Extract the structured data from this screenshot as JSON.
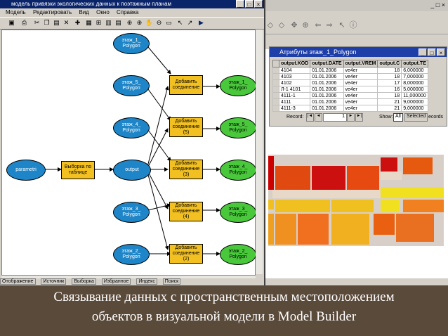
{
  "model_window": {
    "title": "модель привязки экологических данных к поэтажным планам",
    "menu": [
      "Модель",
      "Редактировать",
      "Вид",
      "Окно",
      "Справка"
    ]
  },
  "nodes": {
    "floor1_in": "этаж_1_ Polygon",
    "floor5_in": "этаж_5_ Polygon",
    "floor4_in": "этаж_4_ Polygon",
    "parameter": "parametri",
    "floor3_in": "этаж_3_ Polygon",
    "floor2_in": "этаж_2_ Polygon",
    "select_tool": "Выборка по таблице",
    "output": "output",
    "join1": "Добавить соединение",
    "join5": "Добавить соединение (5)",
    "join3": "Добавить соединение (3)",
    "join4": "Добавить соединение (4)",
    "join2": "Добавить соединение (2)",
    "out1": "этаж_1_ Polygon",
    "out5": "этаж_5_ Polygon",
    "out4": "этаж_4_ Polygon",
    "out3": "этаж_3_ Polygon",
    "out2": "этаж_2_ Polygon"
  },
  "attribute_window": {
    "title": "Атрибуты этаж_1_Polygon",
    "columns": [
      "output.KOD",
      "output.DATE",
      "output.VREM",
      "output.C",
      "output.TE"
    ],
    "rows": [
      [
        "4104",
        "01.01.2006",
        "ve4er",
        "18",
        "6,000000"
      ],
      [
        "4103",
        "01.01.2006",
        "ve4er",
        "18",
        "7,000000"
      ],
      [
        "4102",
        "01.01.2006",
        "ve4er",
        "17",
        "8,000000"
      ],
      [
        "Л-1 4101",
        "01.01.2006",
        "ve4er",
        "16",
        "5,000000"
      ],
      [
        "4111-1",
        "01.01.2006",
        "ve4er",
        "18",
        "11,000000"
      ],
      [
        "4111",
        "01.01.2006",
        "ve4er",
        "21",
        "9,000000"
      ],
      [
        "4111-3",
        "01.01.2006",
        "ve4er",
        "21",
        "9,000000"
      ]
    ],
    "record_label": "Record:",
    "record_value": "1",
    "show_label": "Show:",
    "show_all": "All",
    "show_selected": "Selected",
    "records_label": "ecords"
  },
  "taskbar": [
    "Отображение",
    "Источник",
    "Выборка",
    "Избранное",
    "Индекс",
    "Поиск"
  ],
  "caption": {
    "line1": "Связывание данных с пространственным местоположением",
    "line2": "объектов в визуальной модели в Model Builder"
  }
}
